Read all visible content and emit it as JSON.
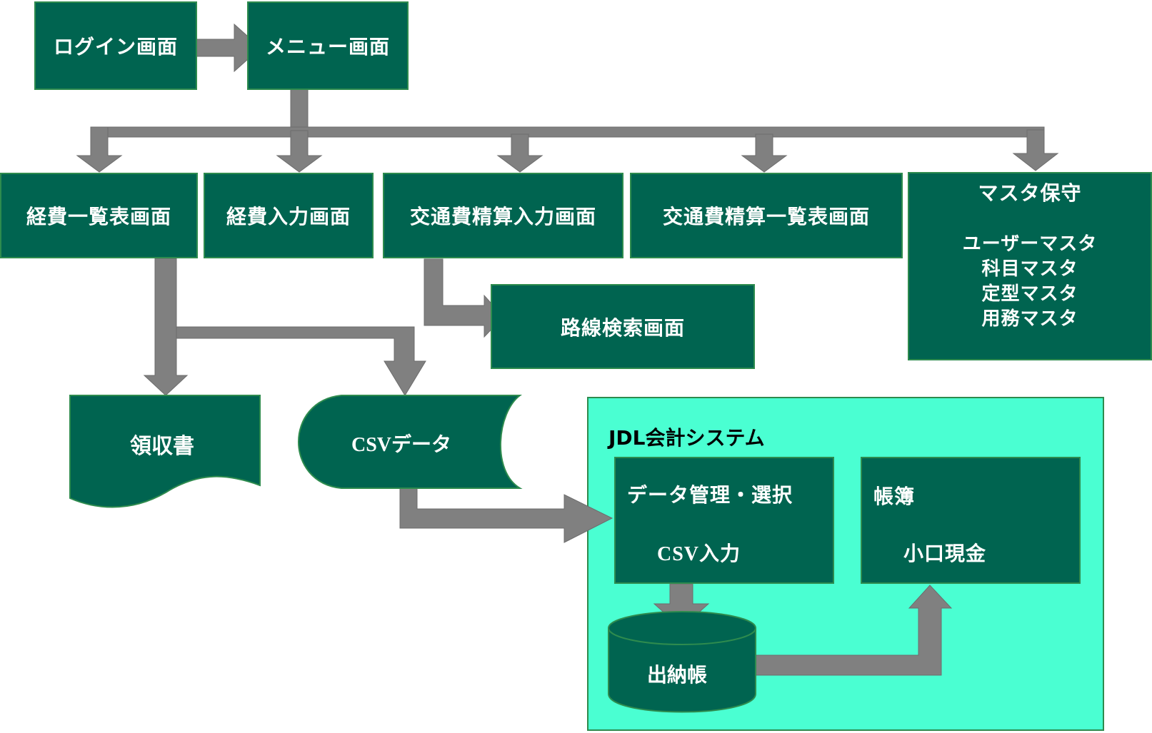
{
  "colors": {
    "box_fill": "#006450",
    "box_border": "#2e8b4e",
    "arrow": "#808080",
    "jdl_fill": "#4affd2"
  },
  "nodes": {
    "login": "ログイン画面",
    "menu": "メニュー画面",
    "expense_list": "経費一覧表画面",
    "expense_input": "経費入力画面",
    "transport_input": "交通費精算入力画面",
    "transport_list": "交通費精算一覧表画面",
    "master": {
      "title": "マスタ保守",
      "items": [
        "ユーザーマスタ",
        "科目マスタ",
        "定型マスタ",
        "用務マスタ"
      ]
    },
    "route_search": "路線検索画面",
    "receipt": "領収書",
    "csv_data": "CSVデータ",
    "jdl": {
      "title": "JDL会計システム",
      "data_mgmt": {
        "title": "データ管理・選択",
        "sub": "CSV入力"
      },
      "ledger": {
        "title": "帳簿",
        "sub": "小口現金"
      },
      "cashbook": "出納帳"
    }
  }
}
